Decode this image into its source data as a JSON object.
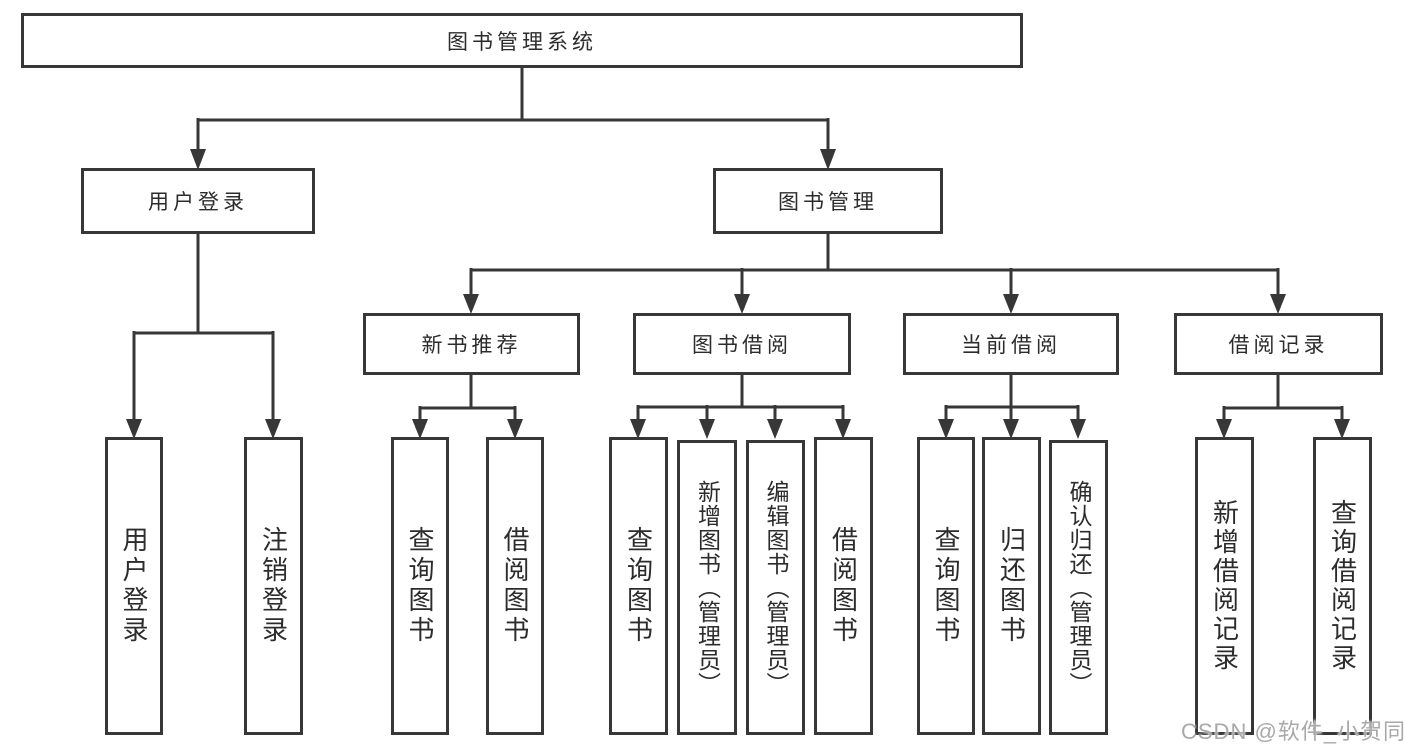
{
  "diagram": {
    "root": {
      "label": "图书管理系统"
    },
    "level2": [
      {
        "label": "用户登录"
      },
      {
        "label": "图书管理"
      }
    ],
    "level3": [
      {
        "label": "新书推荐",
        "parent": "图书管理"
      },
      {
        "label": "图书借阅",
        "parent": "图书管理"
      },
      {
        "label": "当前借阅",
        "parent": "图书管理"
      },
      {
        "label": "借阅记录",
        "parent": "图书管理"
      }
    ],
    "leaves": [
      {
        "label": "用户登录",
        "parent": "用户登录"
      },
      {
        "label": "注销登录",
        "parent": "用户登录"
      },
      {
        "label": "查询图书",
        "parent": "新书推荐"
      },
      {
        "label": "借阅图书",
        "parent": "新书推荐"
      },
      {
        "label": "查询图书",
        "parent": "图书借阅"
      },
      {
        "label": "新增图书（管理员）",
        "parent": "图书借阅"
      },
      {
        "label": "编辑图书（管理员）",
        "parent": "图书借阅"
      },
      {
        "label": "借阅图书",
        "parent": "图书借阅"
      },
      {
        "label": "查询图书",
        "parent": "当前借阅"
      },
      {
        "label": "归还图书",
        "parent": "当前借阅"
      },
      {
        "label": "确认归还（管理员）",
        "parent": "当前借阅"
      },
      {
        "label": "新增借阅记录",
        "parent": "借阅记录"
      },
      {
        "label": "查询借阅记录",
        "parent": "借阅记录"
      }
    ]
  },
  "watermark": "CSDN @软件_小贺同学",
  "colors": {
    "line": "#373737",
    "text": "#2c2c2c",
    "watermark": "#a9a9a9",
    "background": "#ffffff"
  }
}
